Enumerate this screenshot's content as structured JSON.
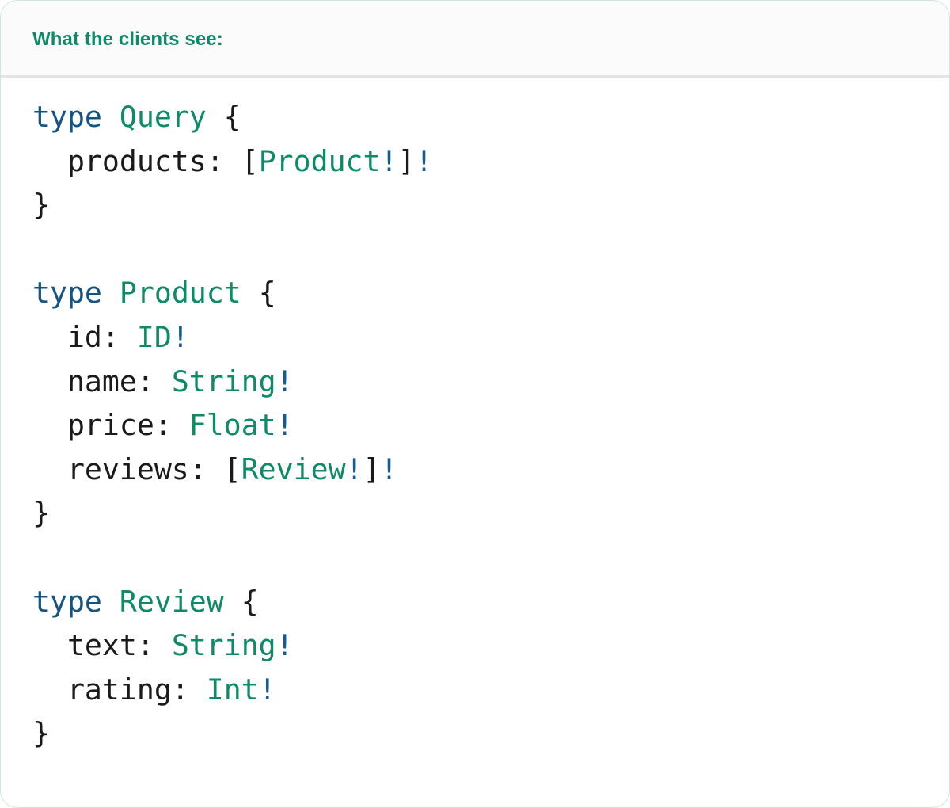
{
  "card": {
    "border_color": "#cfe6da",
    "background": "#ffffff"
  },
  "header": {
    "tab_label": "What the clients see:",
    "tab_active": true,
    "accent_color": "#0d8a68",
    "background": "#fbfbfb",
    "divider_color": "#e4e4e4"
  },
  "syntax_colors": {
    "keyword": "#17537f",
    "type_name": "#0d8a68",
    "non_null": "#175a8c",
    "punctuation": "#1a1a1a"
  },
  "code": {
    "language": "graphql",
    "raw": "type Query {\n  products: [Product!]!\n}\n\ntype Product {\n  id: ID!\n  name: String!\n  price: Float!\n  reviews: [Review!]!\n}\n\ntype Review {\n  text: String!\n  rating: Int!\n}",
    "lines": [
      {
        "index": 1,
        "tokens": [
          {
            "t": "type",
            "c": "kw"
          },
          {
            "t": " ",
            "c": "pn"
          },
          {
            "t": "Query",
            "c": "tn"
          },
          {
            "t": " {",
            "c": "pn"
          }
        ]
      },
      {
        "index": 2,
        "tokens": [
          {
            "t": "  products: [",
            "c": "pn"
          },
          {
            "t": "Product",
            "c": "tn"
          },
          {
            "t": "!",
            "c": "bang"
          },
          {
            "t": "]",
            "c": "pn"
          },
          {
            "t": "!",
            "c": "bang"
          }
        ]
      },
      {
        "index": 3,
        "tokens": [
          {
            "t": "}",
            "c": "pn"
          }
        ]
      },
      {
        "index": 4,
        "tokens": []
      },
      {
        "index": 5,
        "tokens": [
          {
            "t": "type",
            "c": "kw"
          },
          {
            "t": " ",
            "c": "pn"
          },
          {
            "t": "Product",
            "c": "tn"
          },
          {
            "t": " {",
            "c": "pn"
          }
        ]
      },
      {
        "index": 6,
        "tokens": [
          {
            "t": "  id: ",
            "c": "pn"
          },
          {
            "t": "ID",
            "c": "tn"
          },
          {
            "t": "!",
            "c": "bang"
          }
        ]
      },
      {
        "index": 7,
        "tokens": [
          {
            "t": "  name: ",
            "c": "pn"
          },
          {
            "t": "String",
            "c": "tn"
          },
          {
            "t": "!",
            "c": "bang"
          }
        ]
      },
      {
        "index": 8,
        "tokens": [
          {
            "t": "  price: ",
            "c": "pn"
          },
          {
            "t": "Float",
            "c": "tn"
          },
          {
            "t": "!",
            "c": "bang"
          }
        ]
      },
      {
        "index": 9,
        "tokens": [
          {
            "t": "  reviews: [",
            "c": "pn"
          },
          {
            "t": "Review",
            "c": "tn"
          },
          {
            "t": "!",
            "c": "bang"
          },
          {
            "t": "]",
            "c": "pn"
          },
          {
            "t": "!",
            "c": "bang"
          }
        ]
      },
      {
        "index": 10,
        "tokens": [
          {
            "t": "}",
            "c": "pn"
          }
        ]
      },
      {
        "index": 11,
        "tokens": []
      },
      {
        "index": 12,
        "tokens": [
          {
            "t": "type",
            "c": "kw"
          },
          {
            "t": " ",
            "c": "pn"
          },
          {
            "t": "Review",
            "c": "tn"
          },
          {
            "t": " {",
            "c": "pn"
          }
        ]
      },
      {
        "index": 13,
        "tokens": [
          {
            "t": "  text: ",
            "c": "pn"
          },
          {
            "t": "String",
            "c": "tn"
          },
          {
            "t": "!",
            "c": "bang"
          }
        ]
      },
      {
        "index": 14,
        "tokens": [
          {
            "t": "  rating: ",
            "c": "pn"
          },
          {
            "t": "Int",
            "c": "tn"
          },
          {
            "t": "!",
            "c": "bang"
          }
        ]
      },
      {
        "index": 15,
        "tokens": [
          {
            "t": "}",
            "c": "pn"
          }
        ]
      }
    ]
  }
}
